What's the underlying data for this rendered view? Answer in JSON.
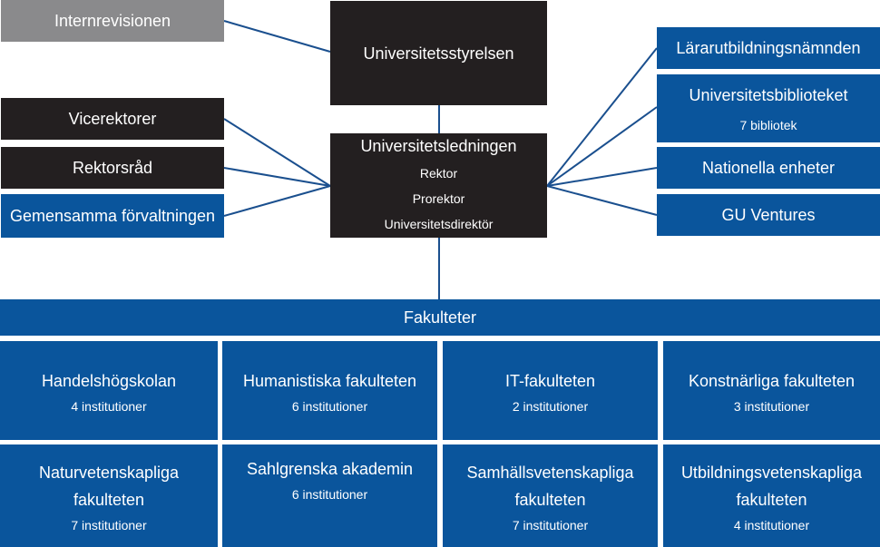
{
  "colors": {
    "black": "#231f20",
    "blue": "#0a559c",
    "gray": "#8a8a8c",
    "line": "#1a4f8e"
  },
  "left": {
    "internrevisionen": "Internrevisionen",
    "vicerektorer": "Vicerektorer",
    "rektorsrad": "Rektorsråd",
    "gemensamma": "Gemensamma förvaltningen"
  },
  "center": {
    "styrelsen": "Universitetsstyrelsen",
    "ledningen": {
      "title": "Universitetsledningen",
      "roles": [
        "Rektor",
        "Prorektor",
        "Universitetsdirektör"
      ]
    }
  },
  "right": {
    "lararutbildning": "Lärarutbildningsnämnden",
    "bibliotek": {
      "title": "Universitetsbiblioteket",
      "sub": "7 bibliotek"
    },
    "nationella": "Nationella enheter",
    "ventures": "GU Ventures"
  },
  "fakulteter": {
    "title": "Fakulteter",
    "items": [
      {
        "name": "Handelshögskolan",
        "sub": "4 institutioner"
      },
      {
        "name": "Humanistiska fakulteten",
        "sub": "6 institutioner"
      },
      {
        "name": "IT-fakulteten",
        "sub": "2 institutioner"
      },
      {
        "name": "Konstnärliga fakulteten",
        "sub": "3 institutioner"
      },
      {
        "name_line1": "Naturvetenskapliga",
        "name_line2": "fakulteten",
        "sub": "7 institutioner"
      },
      {
        "name": "Sahlgrenska akademin",
        "sub": "6 institutioner"
      },
      {
        "name_line1": "Samhällsvetenskapliga",
        "name_line2": "fakulteten",
        "sub": "7 institutioner"
      },
      {
        "name_line1": "Utbildningsvetenskapliga",
        "name_line2": "fakulteten",
        "sub": "4 institutioner"
      }
    ]
  }
}
